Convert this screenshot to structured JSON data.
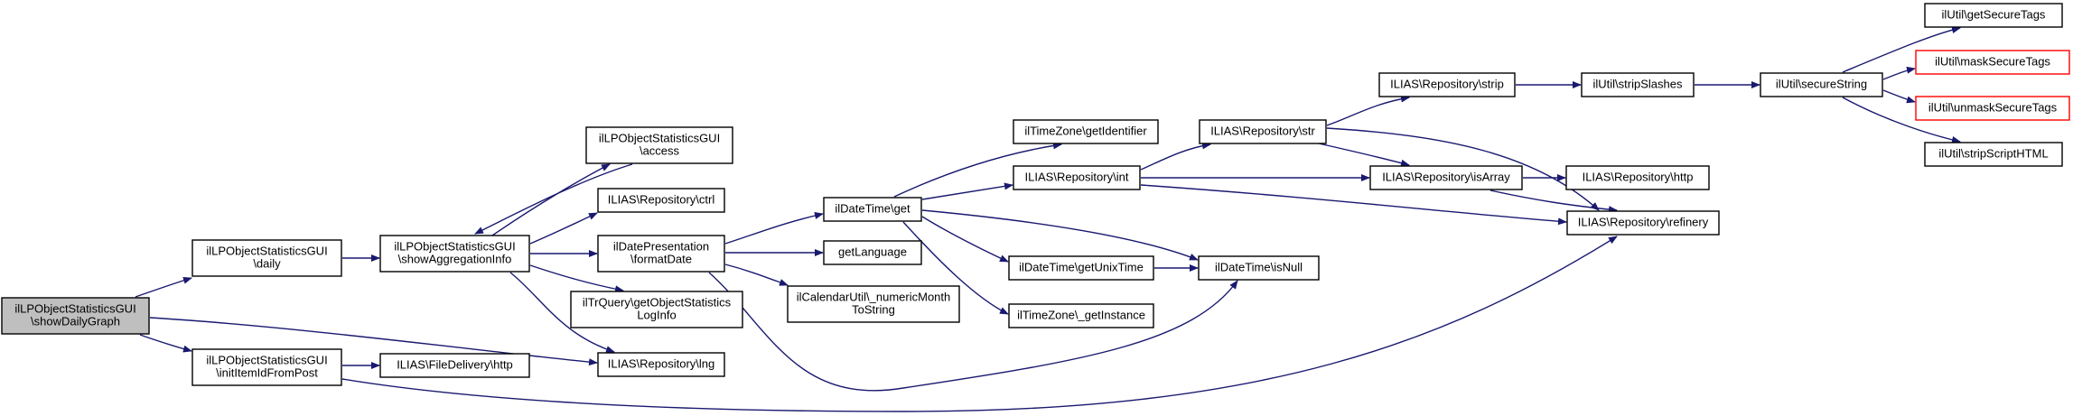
{
  "colors": {
    "edge": "#191970",
    "node_border": "#000000",
    "node_border_incomplete": "#ff0000",
    "root_fill": "#bfbfbf",
    "node_fill": "#ffffff"
  },
  "nodes": [
    {
      "id": "showDailyGraph",
      "lines": [
        "ilLPObjectStatisticsGUI",
        "\\showDailyGraph"
      ],
      "style": "root"
    },
    {
      "id": "daily",
      "lines": [
        "ilLPObjectStatisticsGUI",
        "\\daily"
      ],
      "style": "normal"
    },
    {
      "id": "initItemIdFromPost",
      "lines": [
        "ilLPObjectStatisticsGUI",
        "\\initItemIdFromPost"
      ],
      "style": "normal"
    },
    {
      "id": "showAggregationInfo",
      "lines": [
        "ilLPObjectStatisticsGUI",
        "\\showAggregationInfo"
      ],
      "style": "normal"
    },
    {
      "id": "access",
      "lines": [
        "ilLPObjectStatisticsGUI",
        "\\access"
      ],
      "style": "normal"
    },
    {
      "id": "ctrl",
      "lines": [
        "ILIAS\\Repository\\ctrl"
      ],
      "style": "normal"
    },
    {
      "id": "formatDate",
      "lines": [
        "ilDatePresentation",
        "\\formatDate"
      ],
      "style": "normal"
    },
    {
      "id": "getObjectStatisticsLogInfo",
      "lines": [
        "ilTrQuery\\getObjectStatistics",
        "LogInfo"
      ],
      "style": "normal"
    },
    {
      "id": "lng",
      "lines": [
        "ILIAS\\Repository\\lng"
      ],
      "style": "normal"
    },
    {
      "id": "fileDeliveryHttp",
      "lines": [
        "ILIAS\\FileDelivery\\http"
      ],
      "style": "normal"
    },
    {
      "id": "dtGet",
      "lines": [
        "ilDateTime\\get"
      ],
      "style": "normal"
    },
    {
      "id": "getLanguage",
      "lines": [
        "getLanguage"
      ],
      "style": "normal"
    },
    {
      "id": "numericMonthToString",
      "lines": [
        "ilCalendarUtil\\_numericMonth",
        "ToString"
      ],
      "style": "normal"
    },
    {
      "id": "tzGetIdentifier",
      "lines": [
        "ilTimeZone\\getIdentifier"
      ],
      "style": "normal"
    },
    {
      "id": "repoInt",
      "lines": [
        "ILIAS\\Repository\\int"
      ],
      "style": "normal"
    },
    {
      "id": "getUnixTime",
      "lines": [
        "ilDateTime\\getUnixTime"
      ],
      "style": "normal"
    },
    {
      "id": "tzGetInstance",
      "lines": [
        "ilTimeZone\\_getInstance"
      ],
      "style": "normal"
    },
    {
      "id": "isNull",
      "lines": [
        "ilDateTime\\isNull"
      ],
      "style": "normal"
    },
    {
      "id": "repoStr",
      "lines": [
        "ILIAS\\Repository\\str"
      ],
      "style": "normal"
    },
    {
      "id": "repoStrip",
      "lines": [
        "ILIAS\\Repository\\strip"
      ],
      "style": "normal"
    },
    {
      "id": "isArray",
      "lines": [
        "ILIAS\\Repository\\isArray"
      ],
      "style": "normal"
    },
    {
      "id": "stripSlashes",
      "lines": [
        "ilUtil\\stripSlashes"
      ],
      "style": "normal"
    },
    {
      "id": "repoHttp",
      "lines": [
        "ILIAS\\Repository\\http"
      ],
      "style": "normal"
    },
    {
      "id": "refinery",
      "lines": [
        "ILIAS\\Repository\\refinery"
      ],
      "style": "normal"
    },
    {
      "id": "secureString",
      "lines": [
        "ilUtil\\secureString"
      ],
      "style": "normal"
    },
    {
      "id": "getSecureTags",
      "lines": [
        "ilUtil\\getSecureTags"
      ],
      "style": "normal"
    },
    {
      "id": "maskSecureTags",
      "lines": [
        "ilUtil\\maskSecureTags"
      ],
      "style": "red"
    },
    {
      "id": "unmaskSecureTags",
      "lines": [
        "ilUtil\\unmaskSecureTags"
      ],
      "style": "red"
    },
    {
      "id": "stripScriptHTML",
      "lines": [
        "ilUtil\\stripScriptHTML"
      ],
      "style": "normal"
    }
  ]
}
